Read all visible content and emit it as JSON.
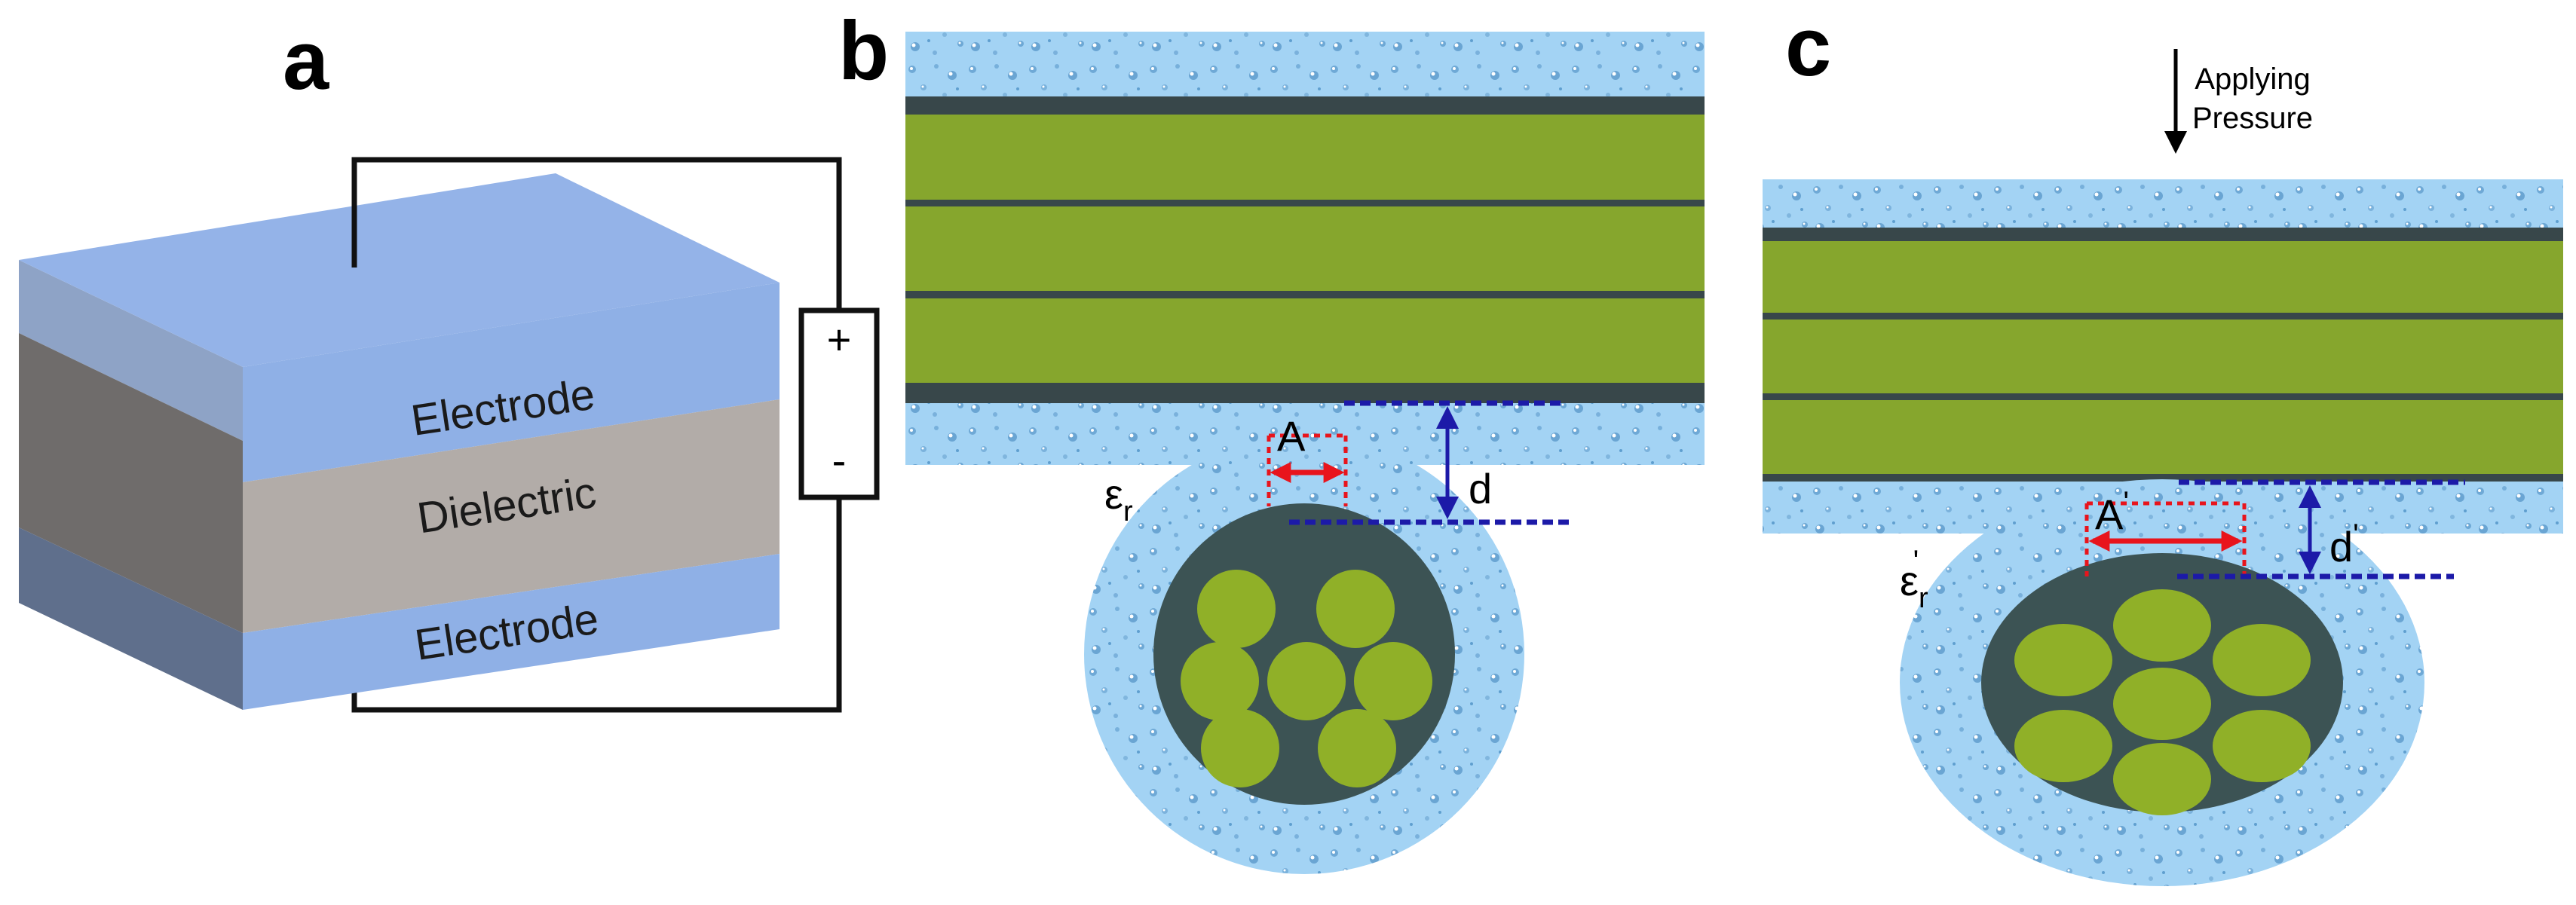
{
  "panels": {
    "a": {
      "label": "a",
      "layers": {
        "top": "Electrode",
        "middle": "Dielectric",
        "bottom": "Electrode"
      },
      "source": {
        "plus": "+",
        "minus": "-"
      }
    },
    "b": {
      "label": "b",
      "area_label": "A",
      "distance_label": "d",
      "permittivity_main": "ε",
      "permittivity_sub": "r"
    },
    "c": {
      "label": "c",
      "pressure_line1": "Applying",
      "pressure_line2": "Pressure",
      "area_label": "A",
      "area_prime": "'",
      "distance_label": "d",
      "distance_prime": "'",
      "permittivity_main": "ε",
      "permittivity_sub": "r",
      "permittivity_prime": "'"
    }
  },
  "colors": {
    "electrode": "#92b1e6",
    "dielectric": "#b0aaa5",
    "substrate": "#a2d1f3",
    "fiber": "#86a62d",
    "core": "#3c5354",
    "separator": "#38474a",
    "area_arrow": "#e8141c",
    "distance_arrow": "#1c1aa8"
  }
}
